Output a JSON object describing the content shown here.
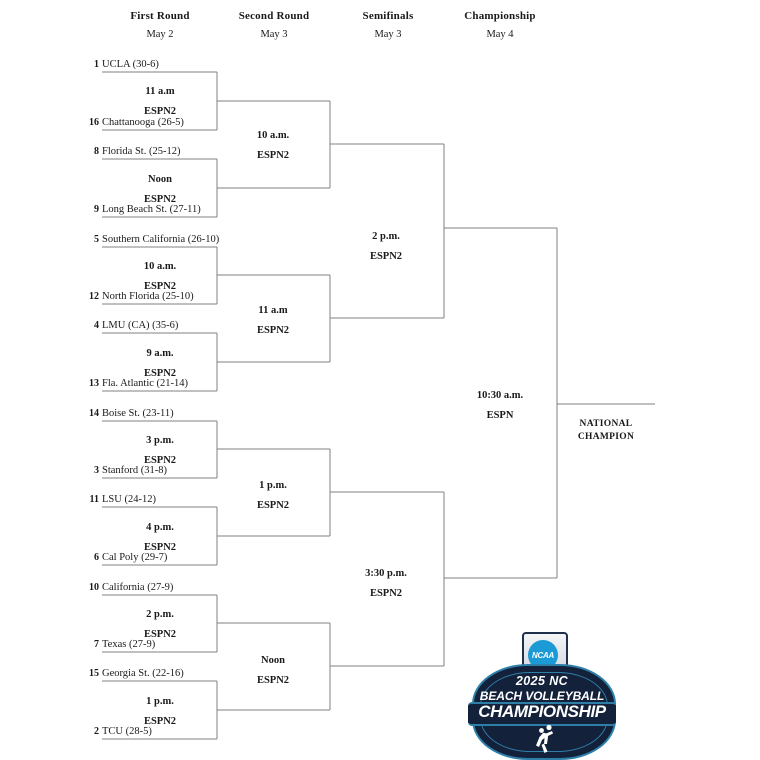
{
  "headers": [
    {
      "round": "First Round",
      "date": "May 2"
    },
    {
      "round": "Second Round",
      "date": "May 3"
    },
    {
      "round": "Semifinals",
      "date": "May 3"
    },
    {
      "round": "Championship",
      "date": "May 4"
    }
  ],
  "teams": [
    {
      "seed": "1",
      "name": "UCLA (30-6)"
    },
    {
      "seed": "16",
      "name": "Chattanooga (26-5)"
    },
    {
      "seed": "8",
      "name": "Florida St. (25-12)"
    },
    {
      "seed": "9",
      "name": "Long Beach St. (27-11)"
    },
    {
      "seed": "5",
      "name": "Southern California (26-10)"
    },
    {
      "seed": "12",
      "name": "North Florida (25-10)"
    },
    {
      "seed": "4",
      "name": "LMU (CA) (35-6)"
    },
    {
      "seed": "13",
      "name": "Fla. Atlantic (21-14)"
    },
    {
      "seed": "14",
      "name": "Boise St. (23-11)"
    },
    {
      "seed": "3",
      "name": "Stanford (31-8)"
    },
    {
      "seed": "11",
      "name": "LSU (24-12)"
    },
    {
      "seed": "6",
      "name": "Cal Poly (29-7)"
    },
    {
      "seed": "10",
      "name": "California (27-9)"
    },
    {
      "seed": "7",
      "name": "Texas (27-9)"
    },
    {
      "seed": "15",
      "name": "Georgia St. (22-16)"
    },
    {
      "seed": "2",
      "name": "TCU (28-5)"
    }
  ],
  "first_round_games": [
    {
      "time": "11 a.m",
      "network": "ESPN2"
    },
    {
      "time": "Noon",
      "network": "ESPN2"
    },
    {
      "time": "10 a.m.",
      "network": "ESPN2"
    },
    {
      "time": "9 a.m.",
      "network": "ESPN2"
    },
    {
      "time": "3 p.m.",
      "network": "ESPN2"
    },
    {
      "time": "4 p.m.",
      "network": "ESPN2"
    },
    {
      "time": "2 p.m.",
      "network": "ESPN2"
    },
    {
      "time": "1 p.m.",
      "network": "ESPN2"
    }
  ],
  "second_round_games": [
    {
      "time": "10 a.m.",
      "network": "ESPN2"
    },
    {
      "time": "11 a.m",
      "network": "ESPN2"
    },
    {
      "time": "1 p.m.",
      "network": "ESPN2"
    },
    {
      "time": "Noon",
      "network": "ESPN2"
    }
  ],
  "semifinal_games": [
    {
      "time": "2 p.m.",
      "network": "ESPN2"
    },
    {
      "time": "3:30 p.m.",
      "network": "ESPN2"
    }
  ],
  "championship_game": {
    "time": "10:30 a.m.",
    "network": "ESPN"
  },
  "champion_label": {
    "line1": "NATIONAL",
    "line2": "CHAMPION"
  },
  "logo": {
    "badge": "NCAA",
    "line1": "2025 NC",
    "line2": "BEACH VOLLEYBALL",
    "line3": "CHAMPIONSHIP"
  },
  "colors": {
    "line": "#808080",
    "text": "#1a1a1a",
    "ncaa_blue": "#1b9ad6",
    "logo_navy": "#13213a",
    "logo_accent": "#2e7fa8"
  }
}
